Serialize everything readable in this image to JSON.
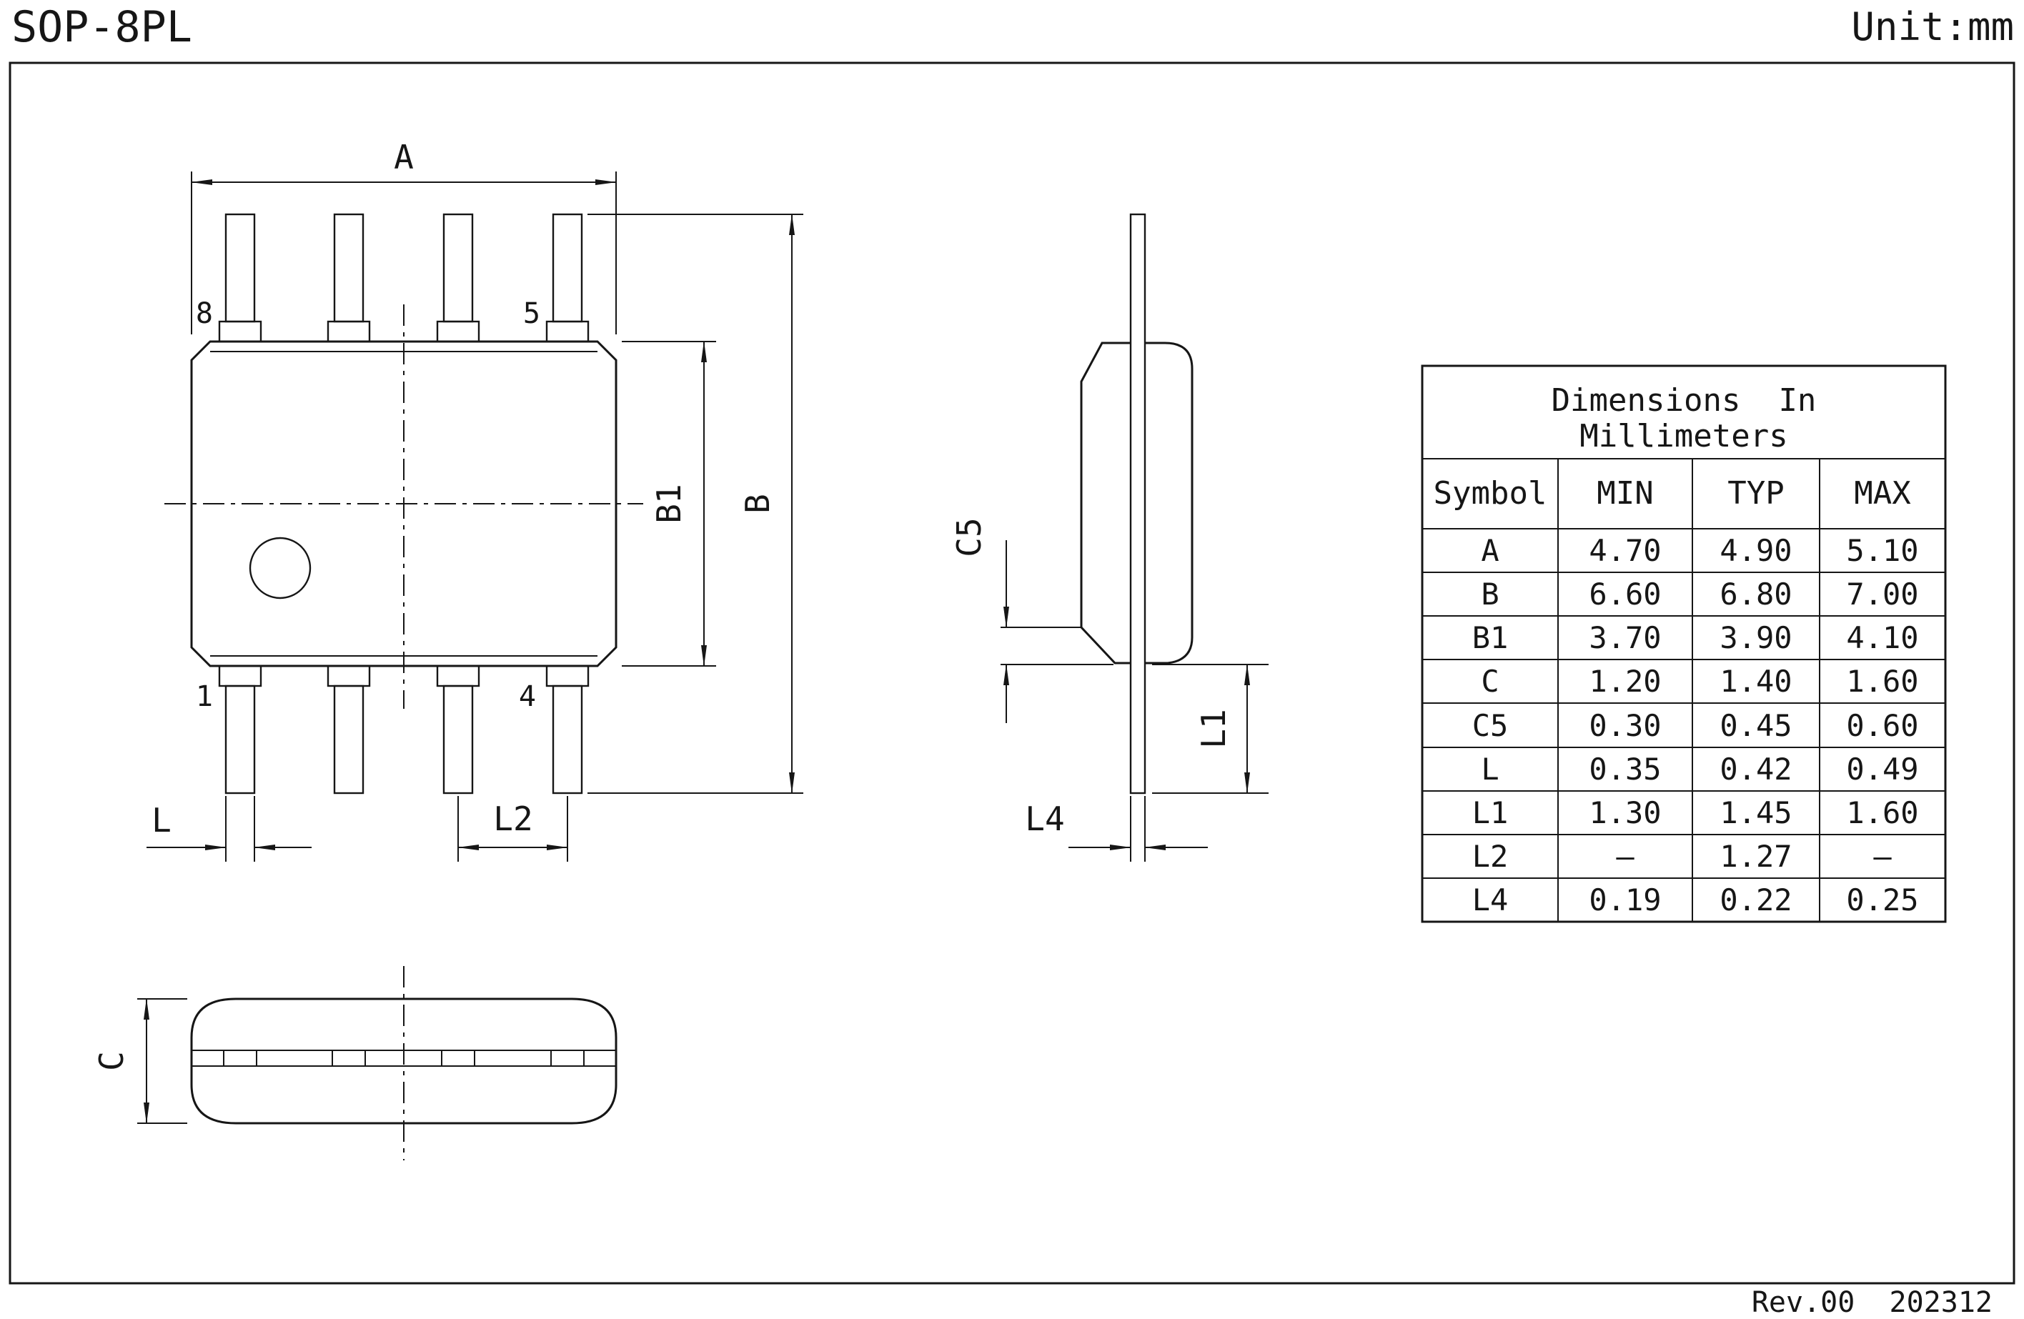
{
  "page": {
    "title": "SOP-8PL",
    "unit_label": "Unit:mm",
    "revision": "Rev.00  202312"
  },
  "dimension_labels": {
    "a": "A",
    "b": "B",
    "b1": "B1",
    "c": "C",
    "c5": "C5",
    "l": "L",
    "l1": "L1",
    "l2": "L2",
    "l4": "L4"
  },
  "pin_labels": {
    "pin8": "8",
    "pin5": "5",
    "pin1": "1",
    "pin4": "4"
  },
  "table": {
    "title_line1": "Dimensions  In",
    "title_line2": "Millimeters",
    "headers": [
      "Symbol",
      "MIN",
      "TYP",
      "MAX"
    ],
    "rows": [
      {
        "symbol": "A",
        "min": "4.70",
        "typ": "4.90",
        "max": "5.10"
      },
      {
        "symbol": "B",
        "min": "6.60",
        "typ": "6.80",
        "max": "7.00"
      },
      {
        "symbol": "B1",
        "min": "3.70",
        "typ": "3.90",
        "max": "4.10"
      },
      {
        "symbol": "C",
        "min": "1.20",
        "typ": "1.40",
        "max": "1.60"
      },
      {
        "symbol": "C5",
        "min": "0.30",
        "typ": "0.45",
        "max": "0.60"
      },
      {
        "symbol": "L",
        "min": "0.35",
        "typ": "0.42",
        "max": "0.49"
      },
      {
        "symbol": "L1",
        "min": "1.30",
        "typ": "1.45",
        "max": "1.60"
      },
      {
        "symbol": "L2",
        "min": "–",
        "typ": "1.27",
        "max": "–"
      },
      {
        "symbol": "L4",
        "min": "0.19",
        "typ": "0.22",
        "max": "0.25"
      }
    ]
  },
  "colors": {
    "ink": "#161616",
    "background": "#ffffff"
  }
}
